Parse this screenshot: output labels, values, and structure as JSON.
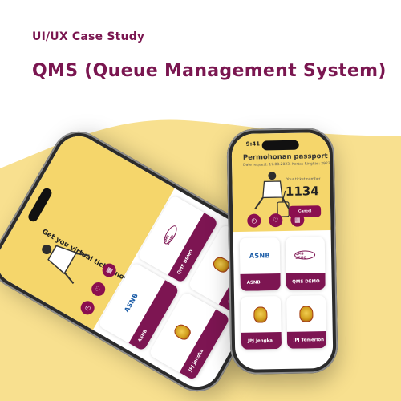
{
  "header": {
    "eyebrow": "UI/UX Case Study",
    "title": "QMS (Queue Management System)"
  },
  "colors": {
    "brand": "#7a1650",
    "accent_yellow": "#f5d66b",
    "card_label_bg": "#7d1552"
  },
  "right_phone": {
    "time": "9:41",
    "page_title": "Permohonan passport",
    "subtitle": "Date request: 17.08.2023, Kertas Ringkas: 2923",
    "number_label": "Your ticket number",
    "ticket_number": "1134",
    "cancel_label": "Cancel",
    "actions": [
      "clock-icon",
      "heart-icon",
      "qr-icon"
    ],
    "cards": [
      {
        "logo": "ASNB",
        "label": "ASNB"
      },
      {
        "logo": "QMS DEMO",
        "label": "QMS DEMO"
      },
      {
        "logo": "crest",
        "label": "JPJ Jengka"
      },
      {
        "logo": "crest",
        "label": "JPJ Temerloh"
      }
    ]
  },
  "left_phone": {
    "ticket_prompt": "Get you virtual ticket now",
    "cards": [
      {
        "logo": "ASNB",
        "label": "ASNB"
      },
      {
        "logo": "QMS DEMO",
        "label": "QMS DEMO"
      },
      {
        "logo": "crest",
        "label": "JPJ Jengka"
      },
      {
        "logo": "crest",
        "label": "JPJ Temerloh"
      }
    ]
  }
}
